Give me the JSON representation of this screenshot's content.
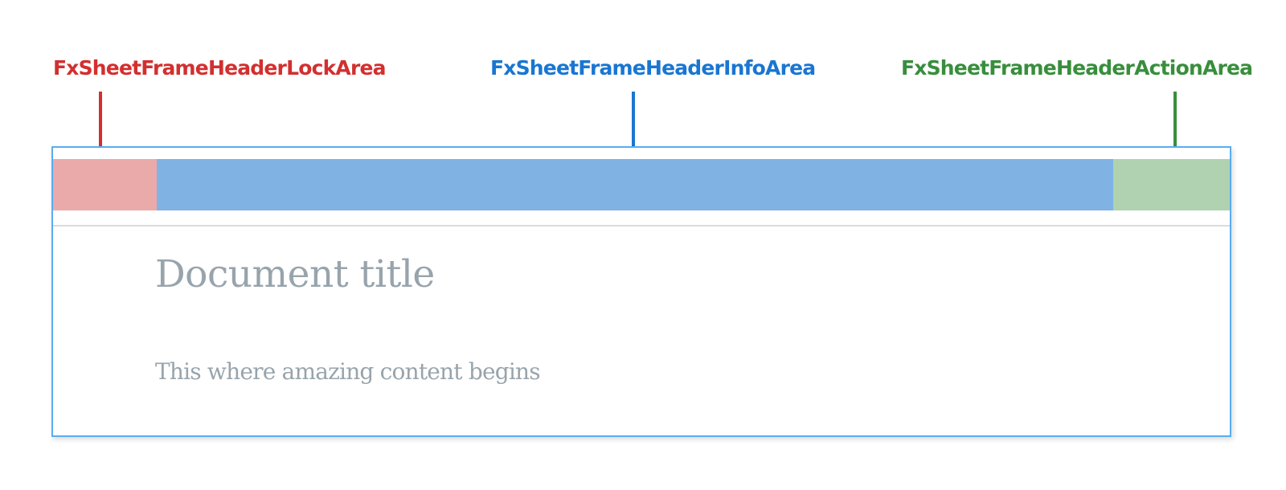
{
  "labels": {
    "lock_area": "FxSheetFrameHeaderLockArea",
    "info_area": "FxSheetFrameHeaderInfoArea",
    "action_area": "FxSheetFrameHeaderActionArea"
  },
  "colors": {
    "lock_label": "#d32f2f",
    "info_label": "#1976d2",
    "action_label": "#388e3c",
    "lock_fill": "#eaaaaa",
    "info_fill": "#80b2e4",
    "action_fill": "#b0d2b0",
    "frame_border": "#5aacf0",
    "text_muted": "#98a4ac"
  },
  "document": {
    "title": "Document title",
    "body": "This where amazing content begins"
  }
}
